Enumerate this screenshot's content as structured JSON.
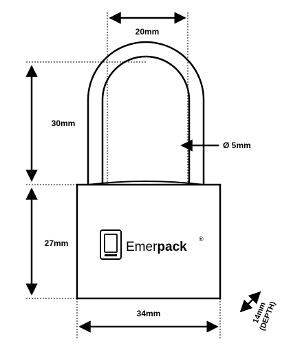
{
  "diagram": {
    "dimensions": {
      "shackle_inner_width": "20mm",
      "shackle_height": "30mm",
      "shackle_diameter": "Ø 5mm",
      "body_height": "27mm",
      "body_width": "34mm",
      "depth_value": "14mm",
      "depth_label": "(DEPTH)"
    },
    "logo": {
      "text_regular": "Emer",
      "text_bold": "pack",
      "registered_mark": "®"
    },
    "colors": {
      "line": "#000000",
      "guide": "#000000",
      "background": "#ffffff"
    }
  }
}
